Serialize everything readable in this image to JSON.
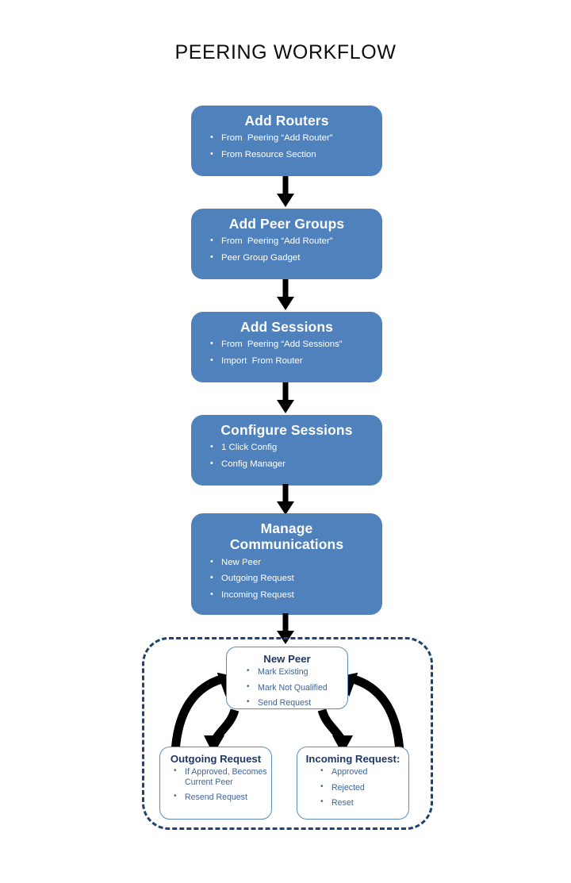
{
  "page": {
    "title": "PEERING WORKFLOW"
  },
  "colors": {
    "step_box_fill": "#4f81bd",
    "step_box_text": "#ffffff",
    "sub_box_border": "#5b8dc0",
    "sub_box_title": "#1f3864",
    "sub_box_text": "#3f6596",
    "dashed_container_border": "#1f4371",
    "arrow": "#000000",
    "background": "#ffffff"
  },
  "steps": [
    {
      "id": "add-routers",
      "title": "Add Routers",
      "bullets": [
        "From  Peering “Add Router”",
        "From Resource Section"
      ]
    },
    {
      "id": "add-peer-groups",
      "title": "Add Peer Groups",
      "bullets": [
        "From  Peering “Add Router”",
        "Peer Group Gadget"
      ]
    },
    {
      "id": "add-sessions",
      "title": "Add Sessions",
      "bullets": [
        "From  Peering “Add Sessions”",
        "Import  From Router"
      ]
    },
    {
      "id": "configure-sessions",
      "title": "Configure Sessions",
      "bullets": [
        "1 Click Config",
        "Config Manager"
      ]
    },
    {
      "id": "manage-communications",
      "title_line1": "Manage",
      "title_line2": "Communications",
      "title": "Manage Communications",
      "bullets": [
        "New Peer",
        "Outgoing Request",
        "Incoming Request"
      ]
    }
  ],
  "cycle": {
    "new_peer": {
      "title": "New Peer",
      "bullets": [
        "Mark Existing",
        "Mark Not Qualified",
        "Send Request"
      ]
    },
    "outgoing_request": {
      "title": "Outgoing Request",
      "bullets": [
        "If Approved, Becomes Current Peer",
        "Resend Request"
      ]
    },
    "incoming_request": {
      "title": "Incoming Request:",
      "bullets": [
        "Approved",
        "Rejected",
        "Reset"
      ]
    }
  },
  "icons": {
    "down_arrow": "down-arrow-icon",
    "curved_arrow": "curved-arrow-icon"
  }
}
